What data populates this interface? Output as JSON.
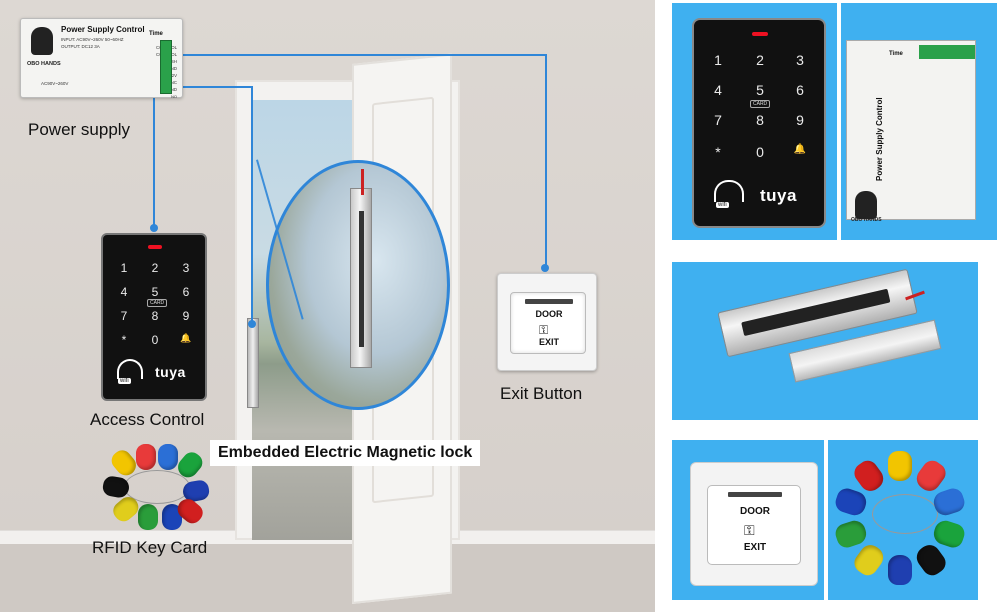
{
  "labels": {
    "power_supply": "Power supply",
    "access_control": "Access Control",
    "exit_button": "Exit Button",
    "embedded_lock": "Embedded Electric Magnetic lock",
    "rfid_key_card": "RFID Key Card"
  },
  "power_supply_unit": {
    "title": "Power Supply Control",
    "brand": "OBO HANDS",
    "input": "INPUT: AC90V~260V 50~60HZ",
    "output": "OUTPUT: DC12 3A",
    "time": "Time",
    "range": "AC90V~260V",
    "terminals": [
      "CONTROL",
      "CONTROL",
      "PUSH",
      "GND",
      "DC12V",
      "NC",
      "GND",
      "NO"
    ]
  },
  "keypad": {
    "keys": [
      "1",
      "2",
      "3",
      "4",
      "5",
      "6",
      "7",
      "8",
      "9",
      "*",
      "0",
      "🔔"
    ],
    "card_label": "CARD",
    "wifi_label": "wifi",
    "brand": "tuya"
  },
  "exit_button": {
    "door_text": "DOOR",
    "exit_text": "EXIT"
  },
  "fob_colors": [
    "#f2c500",
    "#e83a3a",
    "#2b6fd6",
    "#1aa33c",
    "#111111",
    "#1f3fb0",
    "#e0cd1c",
    "#2a9d3a",
    "#1b44b8",
    "#d11f1f"
  ],
  "colors": {
    "wire": "#2f86d8",
    "panel_background": "#3fb0f0"
  }
}
